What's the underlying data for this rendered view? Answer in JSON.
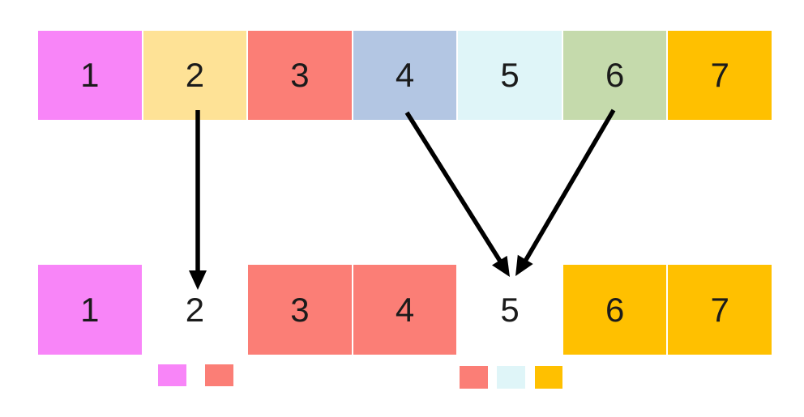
{
  "background": "#FFFFFF",
  "text_color": "#1B1B1B",
  "rows": {
    "top": {
      "cells": [
        {
          "label": "1",
          "color": "#F885F8"
        },
        {
          "label": "2",
          "color": "#FEE296"
        },
        {
          "label": "3",
          "color": "#FB7E76"
        },
        {
          "label": "4",
          "color": "#B3C6E3"
        },
        {
          "label": "5",
          "color": "#DFF5F8"
        },
        {
          "label": "6",
          "color": "#C5DAAC"
        },
        {
          "label": "7",
          "color": "#FFC000"
        }
      ]
    },
    "bottom": {
      "cells": [
        {
          "label": "1",
          "color": "#F885F8"
        },
        {
          "label": "2"
        },
        {
          "label": "3",
          "color": "#FB7E76"
        },
        {
          "label": "4",
          "color": "#FB7E76"
        },
        {
          "label": "5"
        },
        {
          "label": "6",
          "color": "#FFC000"
        },
        {
          "label": "7",
          "color": "#FFC000"
        }
      ]
    }
  },
  "arrows": {
    "color": "#000000",
    "items": [
      {
        "from": "top-cell-2",
        "to": "bottom-label-2"
      },
      {
        "from": "top-cell-4",
        "to": "bottom-label-5"
      },
      {
        "from": "top-cell-6",
        "to": "bottom-label-5"
      }
    ]
  },
  "swatches": {
    "under_2": [
      {
        "name": "magenta",
        "color": "#F885F8"
      },
      {
        "name": "salmon",
        "color": "#FB7E76"
      }
    ],
    "under_5": [
      {
        "name": "salmon",
        "color": "#FB7E76"
      },
      {
        "name": "light-cyan",
        "color": "#DFF5F8"
      },
      {
        "name": "orange",
        "color": "#FFC000"
      }
    ]
  }
}
